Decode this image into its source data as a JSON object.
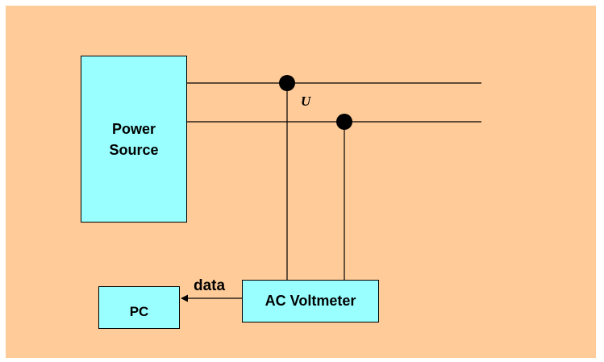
{
  "diagram": {
    "power_source_label": "Power\nSource",
    "voltmeter_label": "AC Voltmeter",
    "pc_label": "PC",
    "data_label": "data",
    "voltage_label": "U"
  },
  "colors": {
    "background": "#ffcc99",
    "box_fill": "#99ffff",
    "line": "#000000"
  }
}
